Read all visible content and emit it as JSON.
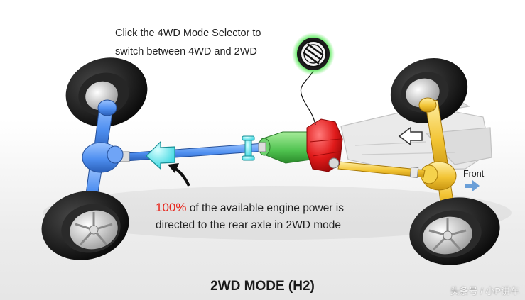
{
  "selector_caption": {
    "line1": "Click the 4WD Mode Selector to",
    "line2": "switch between 4WD and 2WD"
  },
  "power_caption": {
    "percent": "100%",
    "line1_rest": "of the available engine power is",
    "line2": "directed to the rear axle in 2WD mode"
  },
  "front_label": "Front",
  "mode_title": "2WD MODE (H2)",
  "watermark": "头条号 / 小P讲车",
  "colors": {
    "rear_driveline": "#4f8ff0",
    "front_driveline": "#f2c434",
    "transfer_case": "#e01a1a",
    "transmission": "#4fc24f",
    "selector_ring": "#35e635",
    "power_text": "#e8261c"
  },
  "icons": {
    "mode_selector": "knob-icon",
    "power_flow": "arrow-left-icon",
    "front_direction": "arrow-right-icon"
  }
}
